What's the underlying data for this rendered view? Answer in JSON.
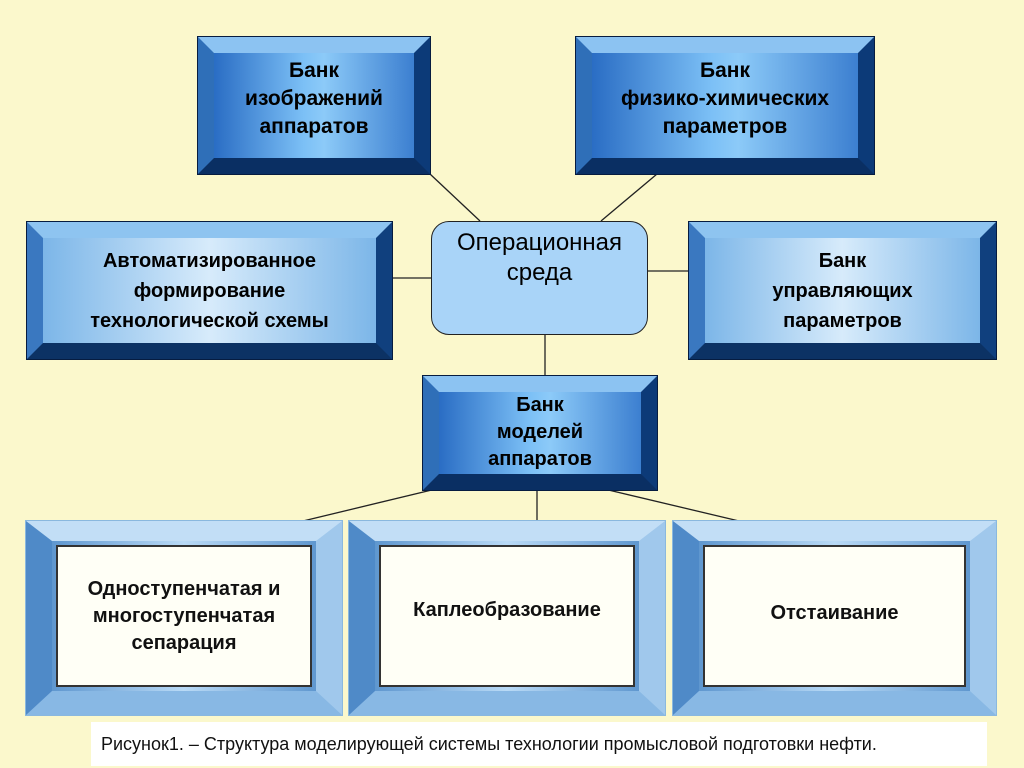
{
  "diagram": {
    "center": {
      "label": "Операционная\nсреда"
    },
    "top_left": {
      "label": "Банк\nизображений\nаппаратов"
    },
    "top_right": {
      "label": "Банк\nфизико-химических\nпараметров"
    },
    "mid_left": {
      "label": "Автоматизированное\nформирование\nтехнологической схемы"
    },
    "mid_right": {
      "label": "Банк\nуправляющих\nпараметров"
    },
    "models": {
      "label": "Банк\nмоделей\nаппаратов"
    },
    "bottom": [
      {
        "label": "Одноступенчатая и\nмногоступенчатая\nсепарация"
      },
      {
        "label": "Каплеобразование"
      },
      {
        "label": "Отстаивание"
      }
    ]
  },
  "caption": "Рисунок1. – Структура моделирующей системы технологии промысловой подготовки нефти."
}
